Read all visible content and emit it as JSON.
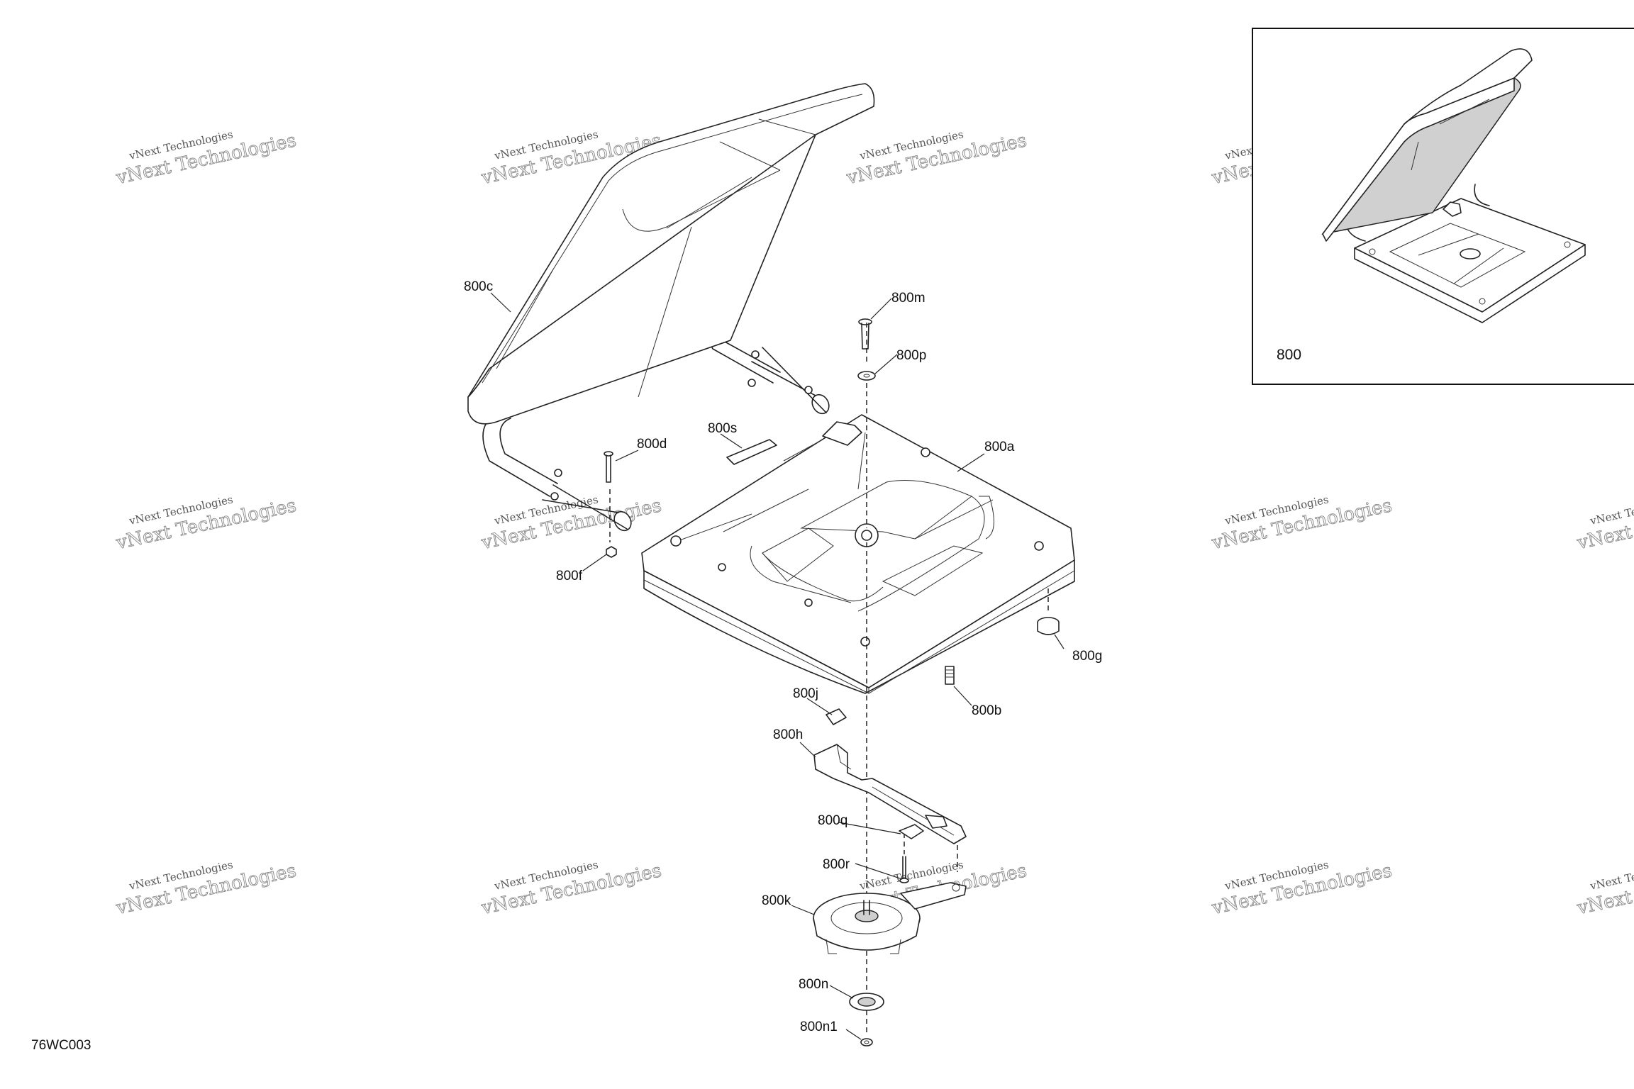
{
  "reference_code": "76WC003",
  "inset": {
    "label": "800"
  },
  "watermark": {
    "line1": "vNext Technologies",
    "line2": "vNext Technologies"
  },
  "parts": [
    {
      "id": "800a",
      "label": "800a"
    },
    {
      "id": "800b",
      "label": "800b"
    },
    {
      "id": "800c",
      "label": "800c"
    },
    {
      "id": "800d",
      "label": "800d"
    },
    {
      "id": "800f",
      "label": "800f"
    },
    {
      "id": "800g",
      "label": "800g"
    },
    {
      "id": "800h",
      "label": "800h"
    },
    {
      "id": "800j",
      "label": "800j"
    },
    {
      "id": "800k",
      "label": "800k"
    },
    {
      "id": "800m",
      "label": "800m"
    },
    {
      "id": "800n",
      "label": "800n"
    },
    {
      "id": "800n1",
      "label": "800n1"
    },
    {
      "id": "800p",
      "label": "800p"
    },
    {
      "id": "800q",
      "label": "800q"
    },
    {
      "id": "800r",
      "label": "800r"
    },
    {
      "id": "800s",
      "label": "800s"
    }
  ]
}
